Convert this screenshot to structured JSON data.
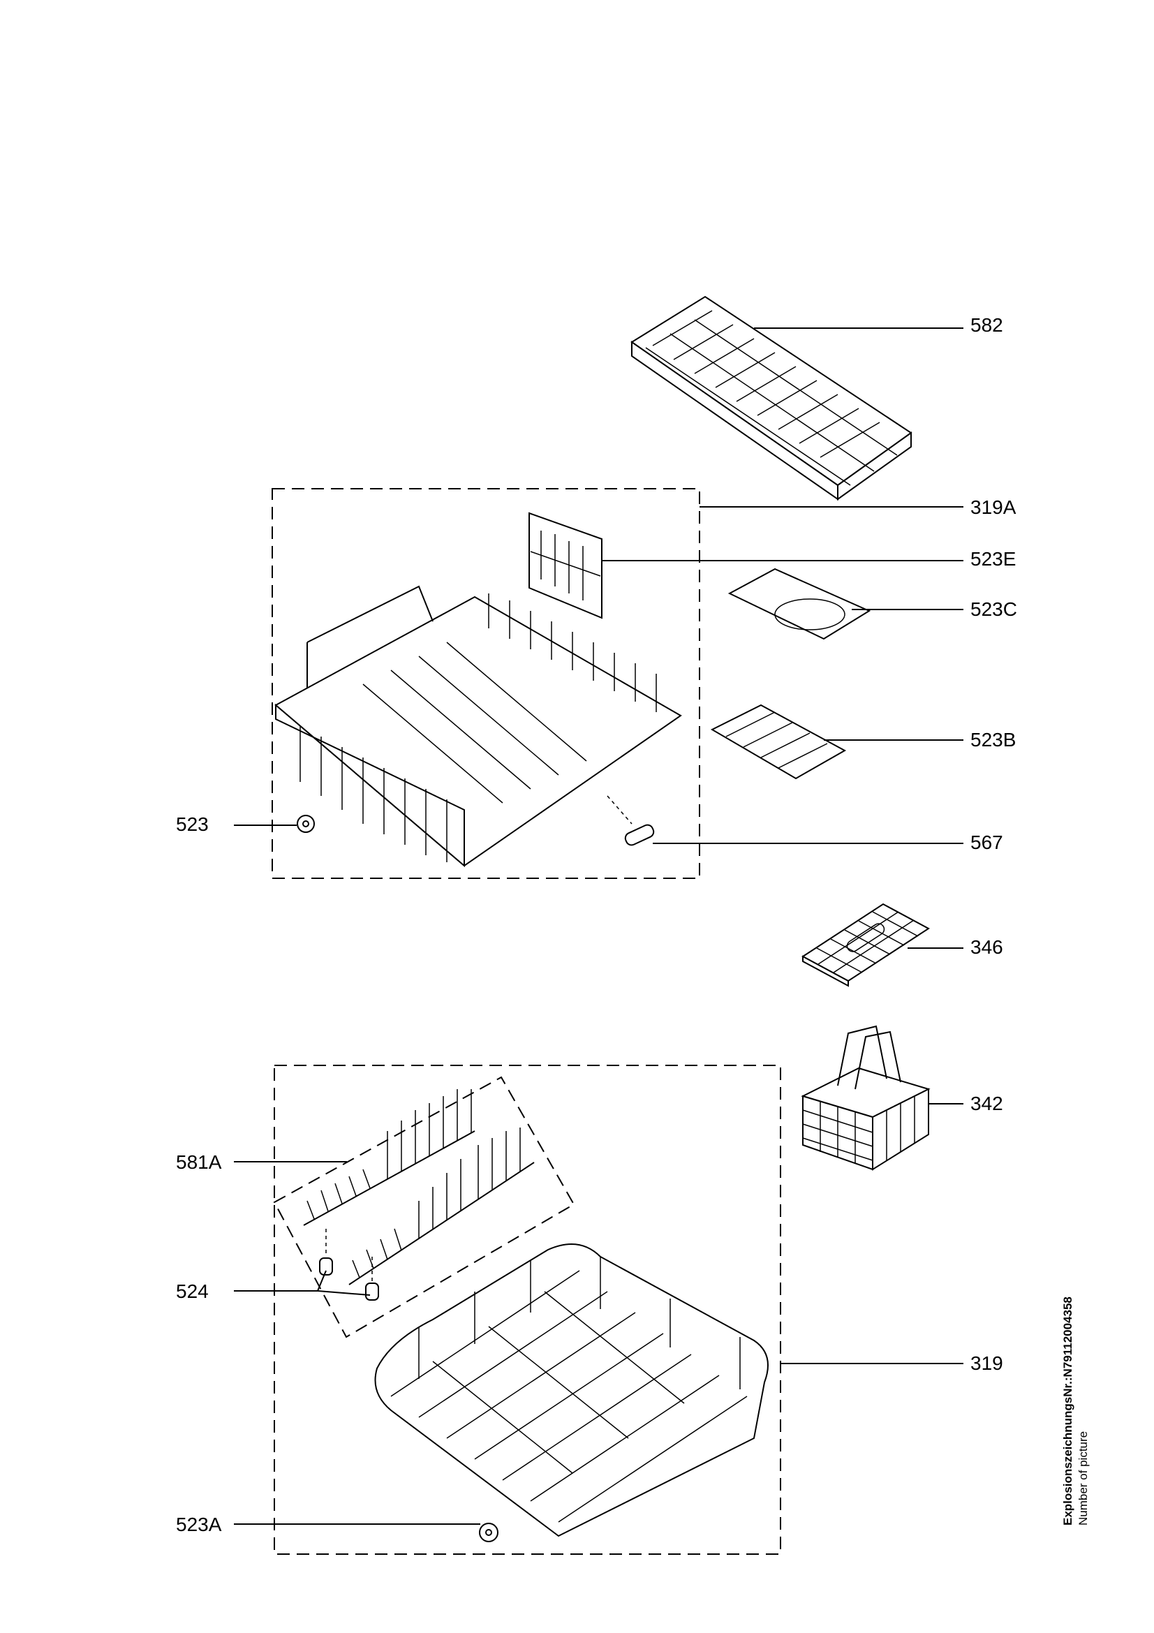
{
  "parts": [
    {
      "id": "582"
    },
    {
      "id": "319A"
    },
    {
      "id": "523E"
    },
    {
      "id": "523C"
    },
    {
      "id": "523B"
    },
    {
      "id": "523"
    },
    {
      "id": "567"
    },
    {
      "id": "346"
    },
    {
      "id": "342"
    },
    {
      "id": "581A"
    },
    {
      "id": "524"
    },
    {
      "id": "319"
    },
    {
      "id": "523A"
    }
  ],
  "side_caption": {
    "title": "ExplosionszeichnungsNr.:N7911200435​8",
    "subtitle": "Number of picture"
  }
}
